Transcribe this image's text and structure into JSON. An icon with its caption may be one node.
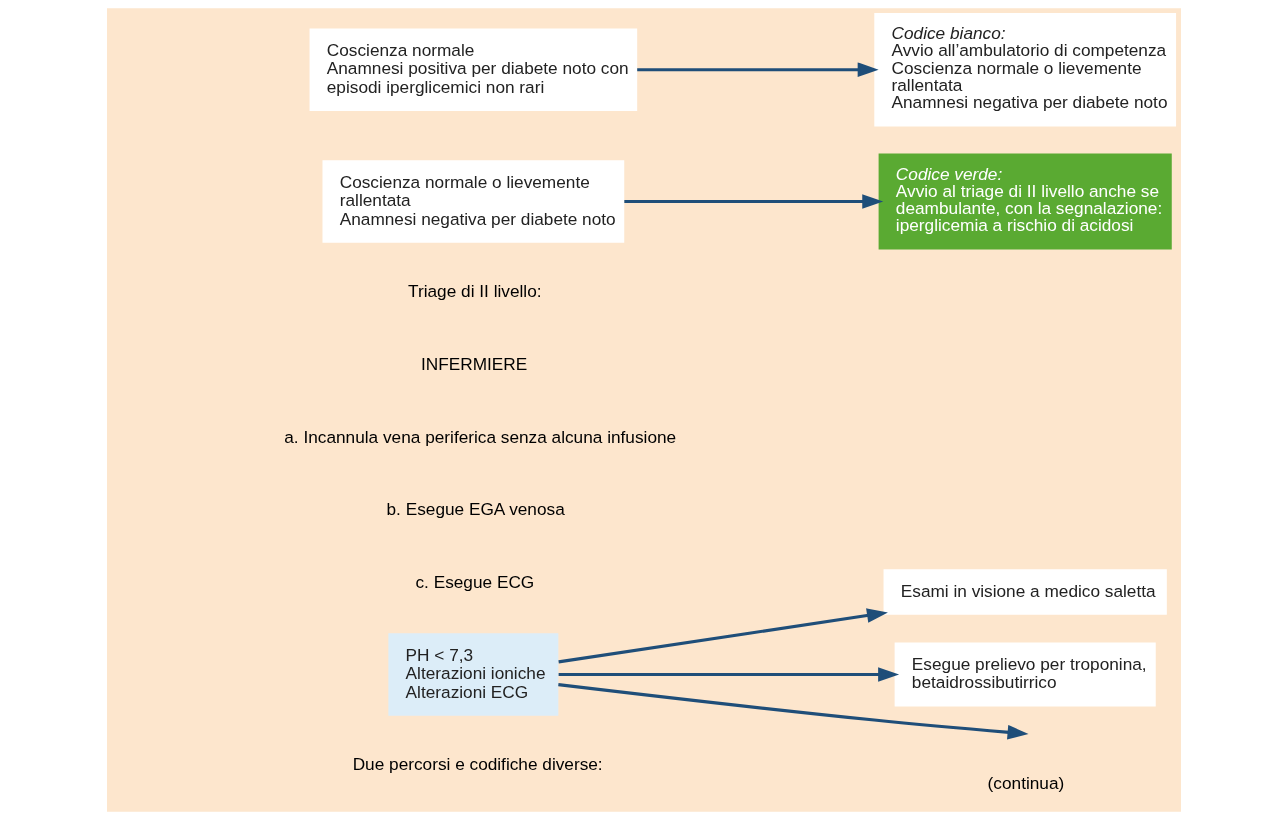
{
  "diagram": {
    "nodes": [
      {
        "text": [
          "Coscienza normale",
          "Anamnesi positiva per diabete noto con episodi iperglicemici non rari"
        ]
      },
      {
        "text": [
          "Codice bianco:",
          "Avvio all’ambulatorio di competenza",
          "Coscienza normale o lievemente rallentata",
          "Anamnesi negativa per diabete noto"
        ]
      },
      {
        "text": [
          "Coscienza normale o lievemente rallentata",
          "Anamnesi negativa per diabete noto"
        ]
      },
      {
        "text": [
          "Codice verde:",
          "Avvio al triage di II livello anche se deambulante, con la segnalazione: iperglicemia a rischio di acidosi"
        ]
      },
      {
        "text": [
          "PH < 7,3",
          "Alterazioni ioniche",
          "Alterazioni ECG"
        ]
      },
      {
        "text": [
          "Esami in visione a medico saletta"
        ]
      },
      {
        "text": [
          "Esegue prelievo per troponina, betaidrossibutirrico"
        ]
      }
    ],
    "edges": [
      {
        "from": 0,
        "to": 1,
        "arrow": "to"
      },
      {
        "from": 2,
        "to": 3,
        "arrow": "to"
      },
      {
        "from": 4,
        "to": 5,
        "arrow": "to"
      },
      {
        "from": 4,
        "to": 6,
        "arrow": "to"
      },
      {
        "from": 4,
        "to": null,
        "arrow": "to"
      }
    ],
    "labels": [
      "Due percorsi e codifiche diverse:",
      "Triage di II livello:",
      "INFERMIERE",
      "a. Incannula vena periferica senza alcuna infusione",
      "b. Esegue EGA venosa",
      "c. Esegue ECG",
      "(continua)"
    ]
  }
}
